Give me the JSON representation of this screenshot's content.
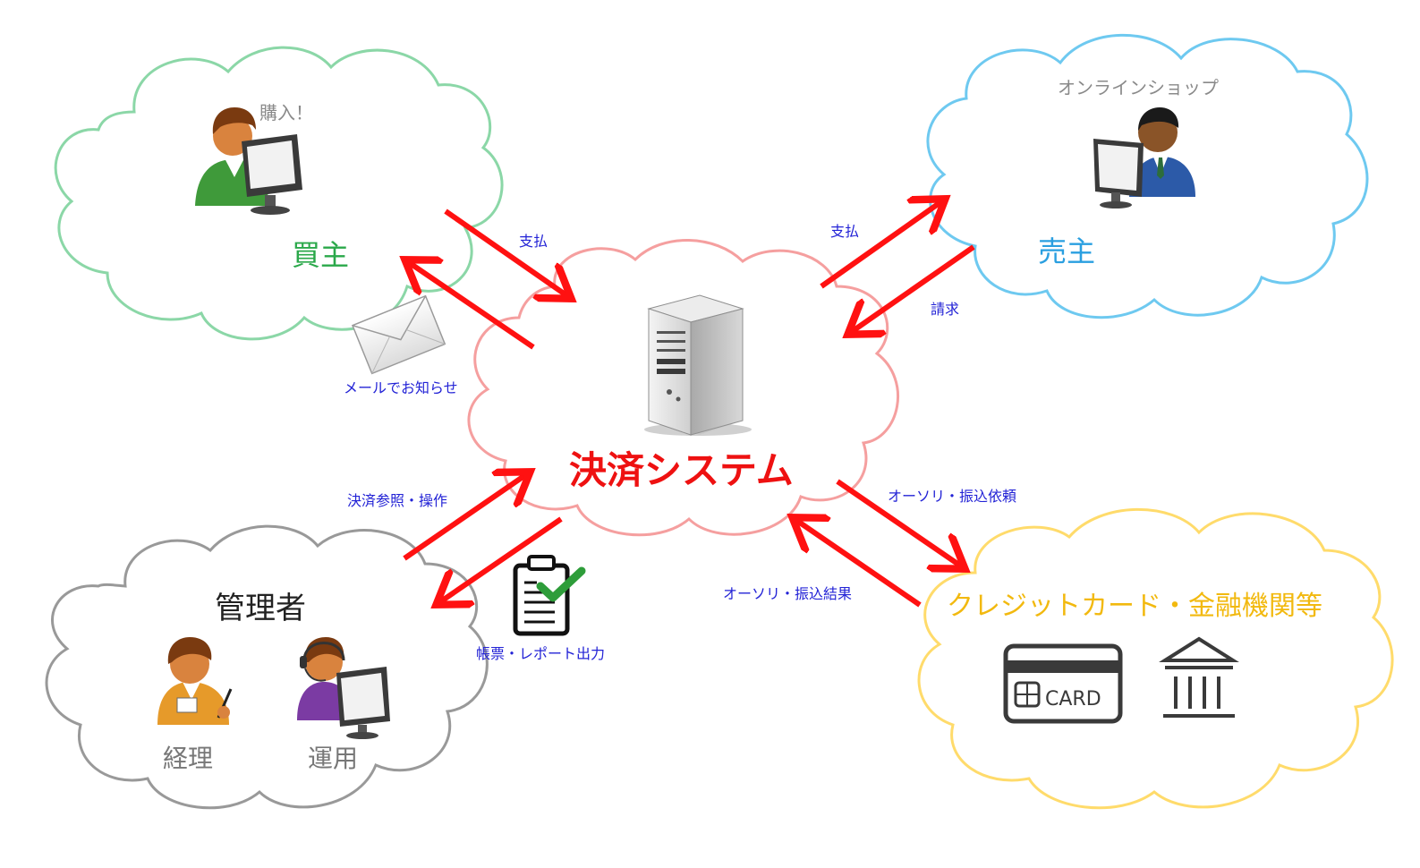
{
  "center": {
    "title": "決済システム"
  },
  "buyer": {
    "title": "買主",
    "note": "購入！"
  },
  "seller": {
    "title": "売主",
    "note": "オンラインショップ"
  },
  "admin": {
    "title": "管理者",
    "roles": [
      "経理",
      "運用"
    ]
  },
  "finance": {
    "title": "クレジットカード・金融機関等",
    "card_text": "CARD"
  },
  "arrows": {
    "buyer_pay": "支払",
    "mail_notice": "メールでお知らせ",
    "seller_pay": "支払",
    "seller_bill": "請求",
    "admin_ref": "決済参照・操作",
    "report_out": "帳票・レポート出力",
    "auth_request": "オーソリ・振込依頼",
    "auth_result": "オーソリ・振込結果"
  },
  "colors": {
    "arrow": "#ff1111",
    "buyer": "#2aa84a",
    "seller": "#2a9fe0",
    "center": "#ee1111",
    "admin": "#222222",
    "finance": "#f2b90f",
    "label": "#2323d6"
  },
  "icons": {
    "center": "server-tower-icon",
    "buyer": "person-at-computer-icon",
    "seller": "businessman-at-computer-icon",
    "mail": "envelope-icon",
    "report": "clipboard-check-icon",
    "accountant": "accountant-person-icon",
    "operator": "headset-operator-icon",
    "card": "credit-card-icon",
    "bank": "bank-building-icon"
  }
}
